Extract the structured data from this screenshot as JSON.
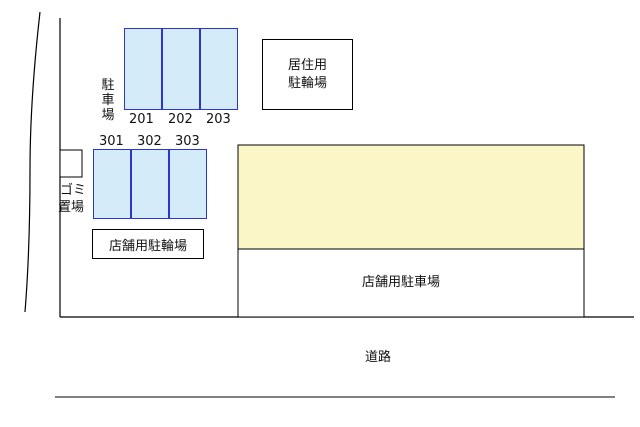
{
  "labels": {
    "parking_vertical": [
      "駐",
      "車",
      "場"
    ],
    "resident_bike": [
      "居住用",
      "駐輪場"
    ],
    "trash_line1": "ゴミ",
    "trash_line2": "置場",
    "shop_bike": "店舗用駐輪場",
    "shop_parking": "店舗用駐車場",
    "road": "道路"
  },
  "stalls_top": [
    "201",
    "202",
    "203"
  ],
  "stalls_bottom": [
    "301",
    "302",
    "303"
  ],
  "colors": {
    "stall_fill": "#d4ebfa",
    "stall_border": "#2d36c8",
    "building_fill": "#fbf6c8"
  }
}
